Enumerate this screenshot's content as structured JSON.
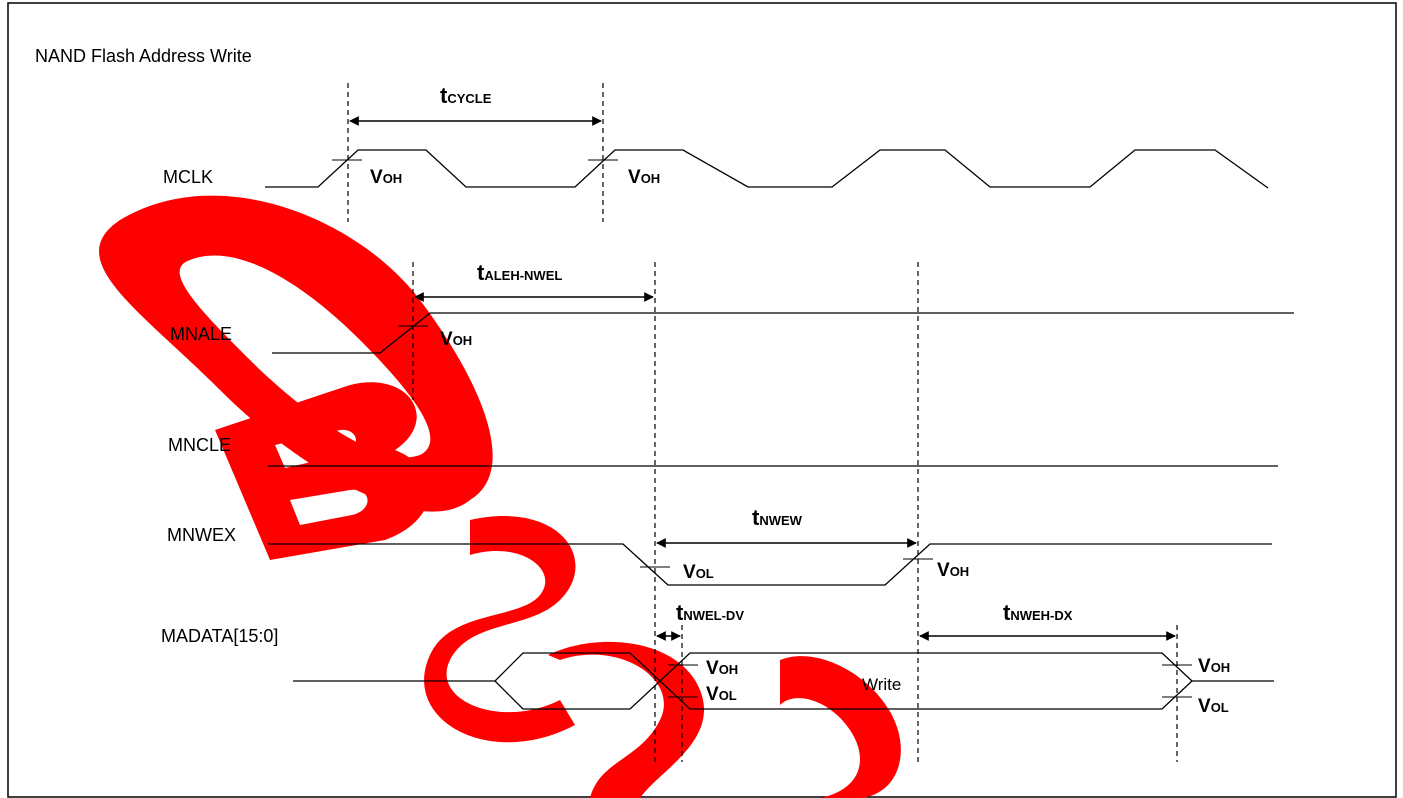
{
  "title": "NAND Flash Address Write",
  "signals": {
    "mclk": "MCLK",
    "mnale": "MNALE",
    "mncle": "MNCLE",
    "mnwex": "MNWEX",
    "madata": "MADATA[15:0]"
  },
  "timing": {
    "t_cycle": {
      "main": "t",
      "sub": "CYCLE"
    },
    "t_aleh_nwel": {
      "main": "t",
      "sub": "ALEH-NWEL"
    },
    "t_nwew": {
      "main": "t",
      "sub": "NWEW"
    },
    "t_nwel_dv": {
      "main": "t",
      "sub": "NWEL-DV"
    },
    "t_nweh_dx": {
      "main": "t",
      "sub": "NWEH-DX"
    }
  },
  "levels": {
    "voh": {
      "main": "V",
      "sub": "OH"
    },
    "vol": {
      "main": "V",
      "sub": "OL"
    }
  },
  "data_label": "Write",
  "watermark": "OBSOLETE",
  "colors": {
    "line": "#000000",
    "watermark": "#ff0000",
    "background": "#ffffff"
  }
}
